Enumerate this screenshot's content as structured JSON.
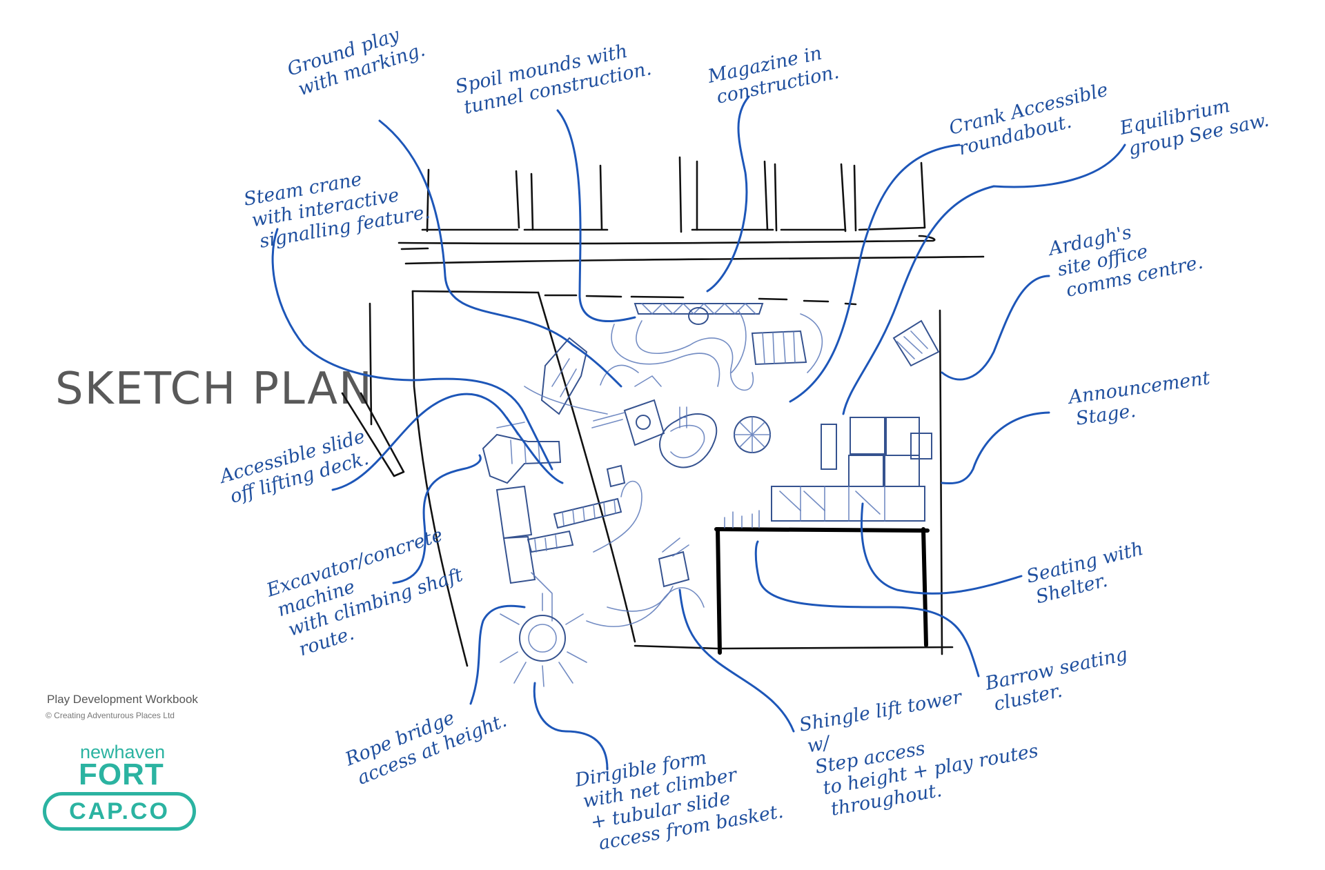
{
  "title": "SKETCH PLAN",
  "labels": [
    {
      "id": "ground-play",
      "lines": [
        "Ground play",
        "with marking."
      ]
    },
    {
      "id": "spoil-mounds",
      "lines": [
        "Spoil mounds with",
        "tunnel construction."
      ]
    },
    {
      "id": "magazine",
      "lines": [
        "Magazine in",
        "construction."
      ]
    },
    {
      "id": "crank-roundabout",
      "lines": [
        "Crank Accessible",
        "roundabout."
      ]
    },
    {
      "id": "equilibrium-seesaw",
      "lines": [
        "Equilibrium",
        "group See saw."
      ]
    },
    {
      "id": "steam-crane",
      "lines": [
        "Steam crane",
        "with interactive",
        "signalling feature."
      ]
    },
    {
      "id": "ardaghs-office",
      "lines": [
        "Ardagh's",
        "site office",
        "comms centre."
      ]
    },
    {
      "id": "announcement-stage",
      "lines": [
        "Announcement",
        "Stage."
      ]
    },
    {
      "id": "accessible-slide",
      "lines": [
        "Accessible slide",
        "off lifting deck."
      ]
    },
    {
      "id": "excavator",
      "lines": [
        "Excavator/concrete",
        "machine",
        "with climbing shaft",
        "route."
      ]
    },
    {
      "id": "seating-shelter",
      "lines": [
        "Seating with",
        "Shelter."
      ]
    },
    {
      "id": "barrow-seating",
      "lines": [
        "Barrow seating",
        "cluster."
      ]
    },
    {
      "id": "rope-bridge",
      "lines": [
        "Rope bridge",
        "access at height."
      ]
    },
    {
      "id": "shingle-tower",
      "lines": [
        "Shingle lift tower",
        "w/",
        "Step access",
        "to height + play routes",
        "throughout."
      ]
    },
    {
      "id": "dirigible",
      "lines": [
        "Dirigible form",
        "with net climber",
        "+ tubular slide",
        "access from basket."
      ]
    }
  ],
  "footer": {
    "workbook": "Play Development Workbook",
    "copyright": "© Creating Adventurous Places Ltd",
    "logo_small": "newhaven",
    "logo_big": "FORT",
    "badge": "CAP.CO"
  },
  "colors": {
    "ink": "#1f4f9e",
    "leader": "#1d56b8",
    "title": "#595959",
    "brand": "#2bb3a1"
  }
}
